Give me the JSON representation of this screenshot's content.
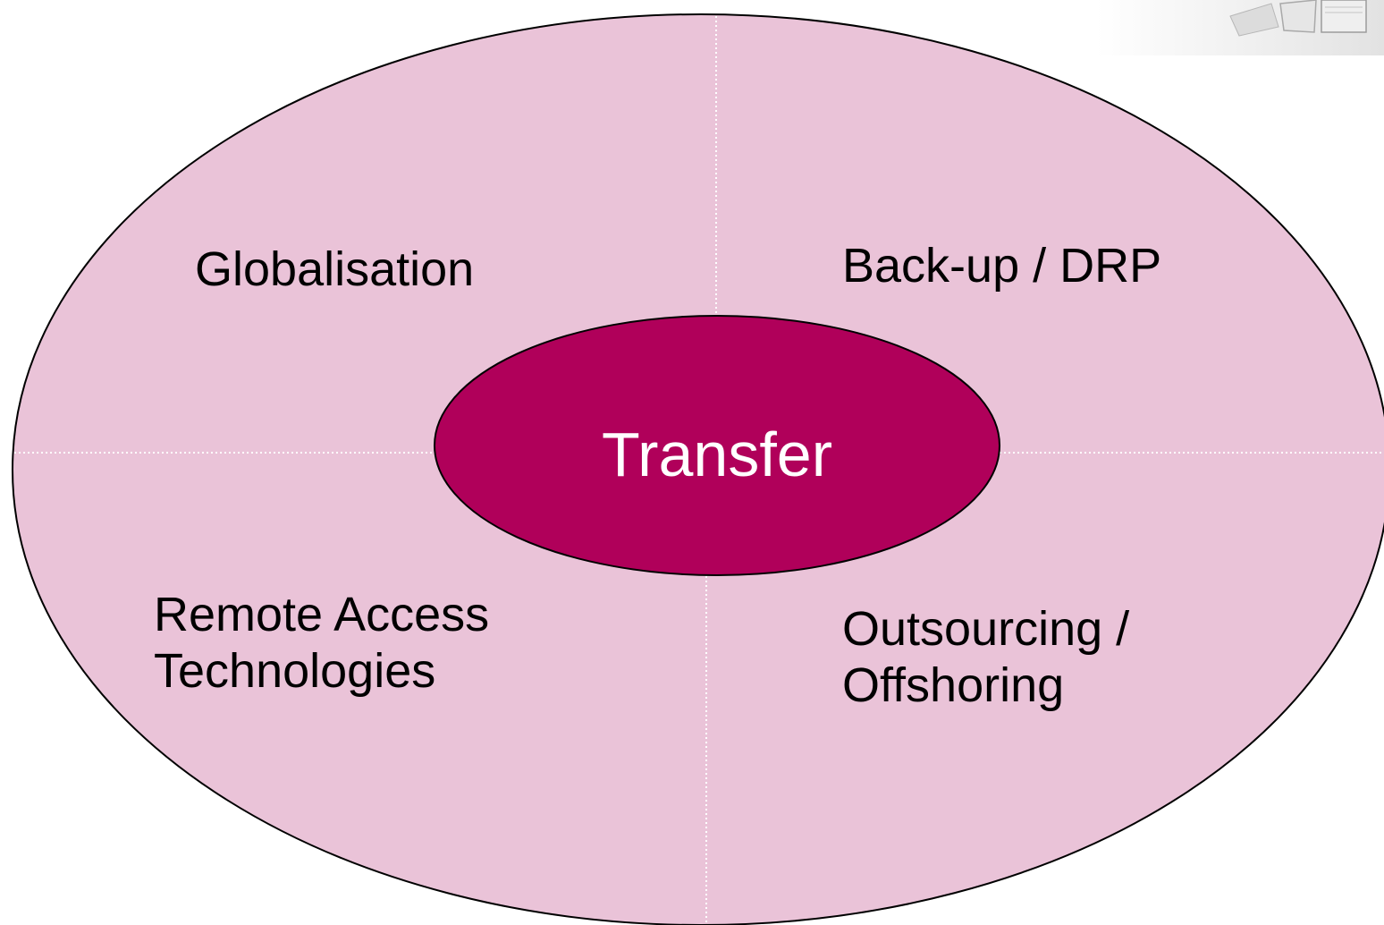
{
  "diagram": {
    "center": {
      "label": "Transfer"
    },
    "quadrants": {
      "top_left": {
        "lines": [
          "Globalisation"
        ]
      },
      "top_right": {
        "lines": [
          "Back-up / DRP"
        ]
      },
      "bottom_left": {
        "lines": [
          "Remote Access",
          "Technologies"
        ]
      },
      "bottom_right": {
        "lines": [
          "Outsourcing /",
          "Offshoring"
        ]
      }
    },
    "colors": {
      "outer_fill": "#EAC3D8",
      "center_fill": "#B0005A",
      "outline": "#000000",
      "divider": "#FFFFFF",
      "center_text": "#FFFFFF",
      "label_text": "#000000"
    }
  }
}
